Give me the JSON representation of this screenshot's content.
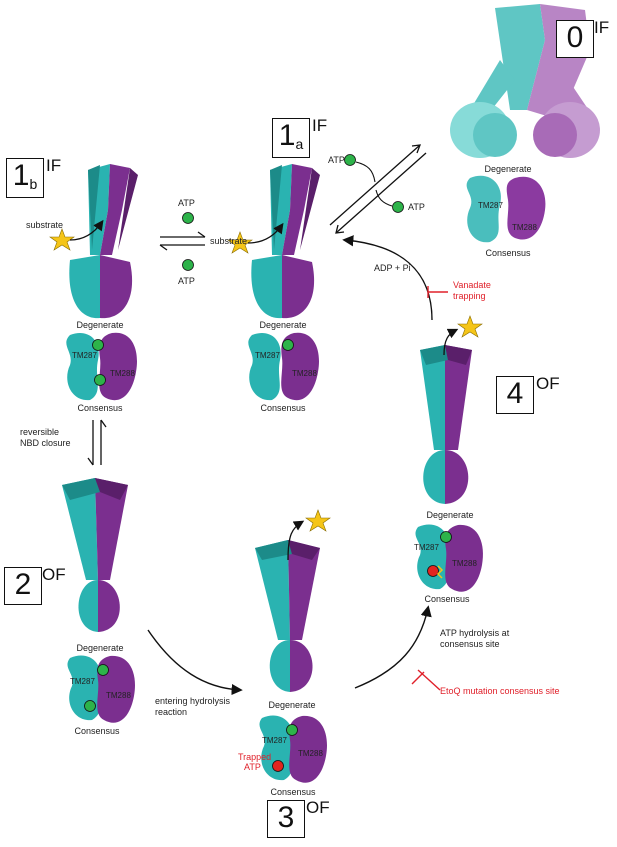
{
  "states": {
    "s0": {
      "number": "0",
      "subscript": "",
      "conformation": "IF"
    },
    "s1a": {
      "number": "1",
      "subscript": "a",
      "conformation": "IF"
    },
    "s1b": {
      "number": "1",
      "subscript": "b",
      "conformation": "IF"
    },
    "s2": {
      "number": "2",
      "subscript": "",
      "conformation": "OF"
    },
    "s3": {
      "number": "3",
      "subscript": "",
      "conformation": "OF"
    },
    "s4": {
      "number": "4",
      "subscript": "",
      "conformation": "OF"
    }
  },
  "nbd": {
    "degenerate": "Degenerate",
    "consensus": "Consensus",
    "tm287": "TM287",
    "tm288": "TM288"
  },
  "labels": {
    "substrate": "substrate",
    "atp": "ATP",
    "adp_pi": "ADP + Pi",
    "vanadate_line1": "Vanadate",
    "vanadate_line2": "trapping",
    "reversible_line1": "reversible",
    "reversible_line2": "NBD closure",
    "entering_line1": "entering hydrolysis",
    "entering_line2": "reaction",
    "hydrolysis_line1": "ATP hydrolysis at",
    "hydrolysis_line2": "consensus site",
    "etoq": "EtoQ mutation consensus site",
    "trapped_line1": "Trapped",
    "trapped_line2": "ATP"
  },
  "colors": {
    "teal": "#2ab3b1",
    "teal_dark": "#1c8b89",
    "purple": "#7b2f8f",
    "purple_dark": "#5a1f6a",
    "atp_green": "#2db34a",
    "atp_red": "#e2241f",
    "star": "#f5c518",
    "inhibit_red": "#e0202a"
  }
}
